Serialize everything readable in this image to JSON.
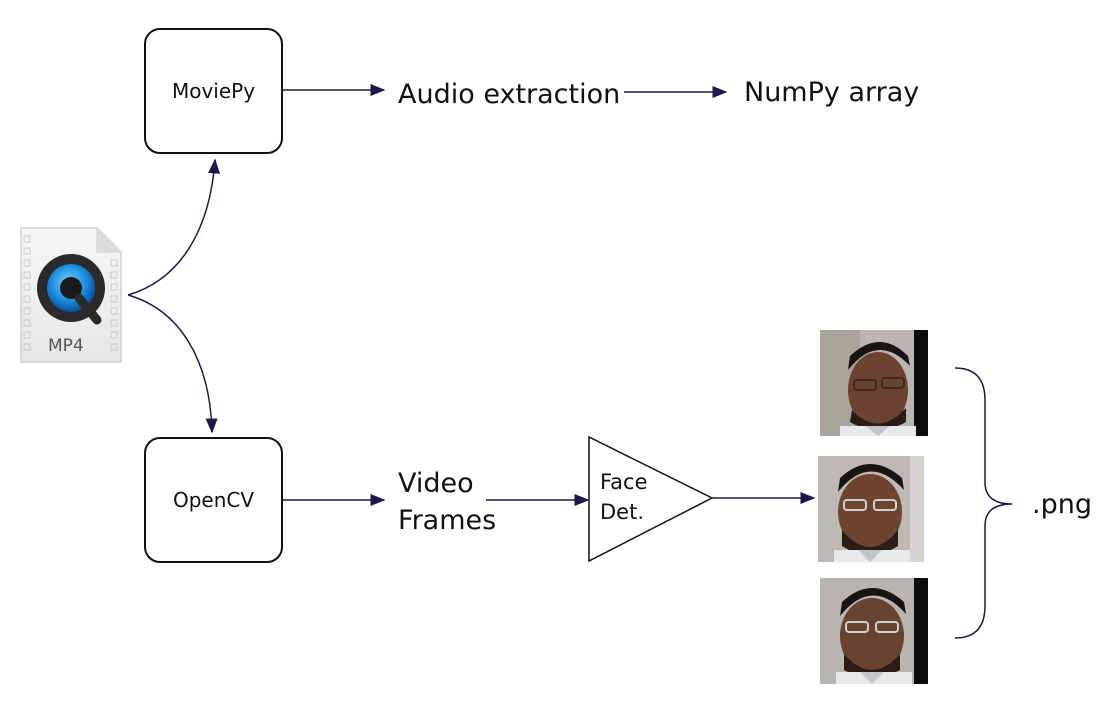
{
  "nodes": {
    "moviepy": "MoviePy",
    "opencv": "OpenCV",
    "audio_extraction": "Audio extraction",
    "numpy_array": "NumPy array",
    "video_frames": [
      "Video",
      "Frames"
    ],
    "face_det": [
      "Face",
      "Det."
    ],
    "png": ".png"
  },
  "file_icon": {
    "label": "MP4",
    "icon": "quicktime-file-icon"
  },
  "face_images": {
    "count_shown": 3,
    "icon": "face-photo"
  },
  "colors": {
    "arrow": "#1a1a4a",
    "stroke": "#111111",
    "brand_blue": "#2aa6ee"
  }
}
